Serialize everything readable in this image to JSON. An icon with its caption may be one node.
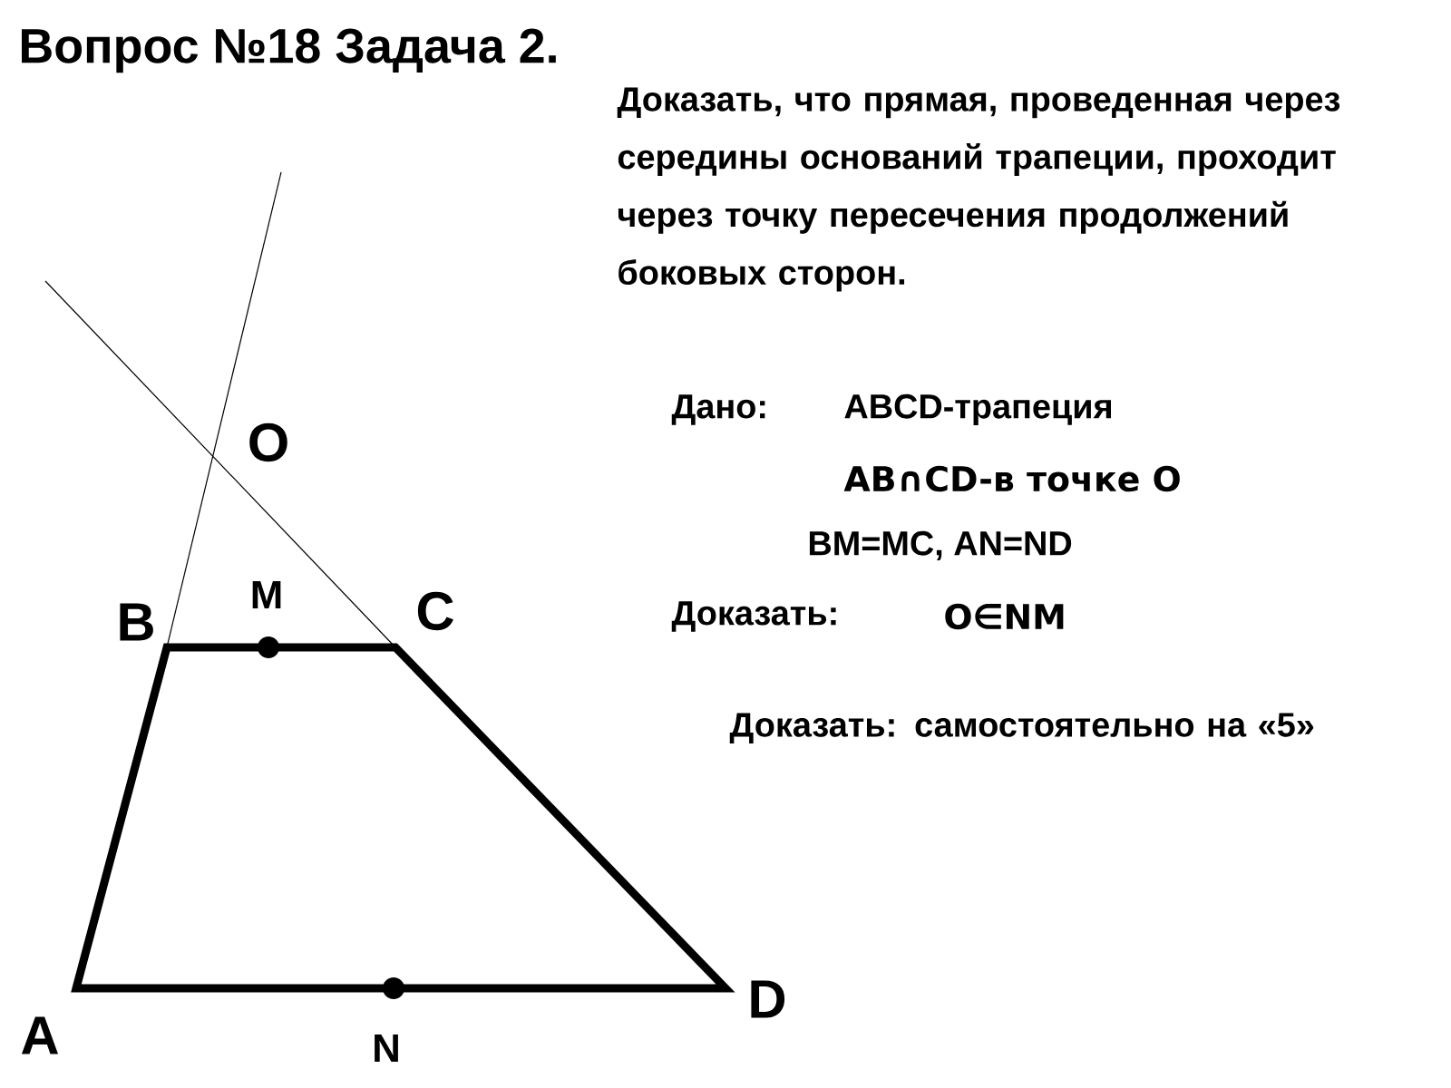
{
  "diagram": {
    "title": "Вопрос №18  Задача 2.",
    "labels": [
      "Доказать, что прямая, проведенная через середины оснований трапеции, проходит через точку пересечения продолжений боковых сторон.",
      "Дано:",
      "ABCD-трапеция",
      "AB∩CD-в точке O",
      "BM=MC, AN=ND",
      "Доказать:",
      "O∈NM",
      "Доказать: самостоятельно на «5»",
      "O",
      "B",
      "M",
      "C",
      "A",
      "N",
      "D"
    ]
  }
}
